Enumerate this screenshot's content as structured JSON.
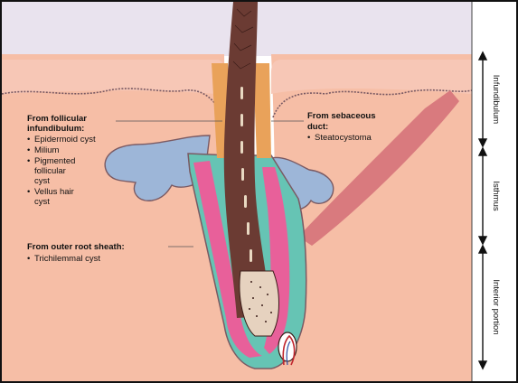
{
  "diagram": {
    "colors": {
      "sky": "#e9e3ee",
      "epidermis": "#f7c7b6",
      "dermis": "#f6bea6",
      "outline": "#7a5a63",
      "hair": "#6b3b33",
      "cyst_blue": "#9db6d8",
      "inner_sheath_pink": "#e8609a",
      "outer_sheath_teal": "#66c4b4",
      "muscle": "#d97a7e"
    },
    "groups": [
      {
        "heading": [
          "From follicular",
          "infundibulum:"
        ],
        "items": [
          [
            "Epidermoid cyst"
          ],
          [
            "Milium"
          ],
          [
            "Pigmented",
            "follicular",
            "cyst"
          ],
          [
            "Vellus hair",
            "cyst"
          ]
        ]
      },
      {
        "heading": [
          "From sebaceous",
          "duct:"
        ],
        "items": [
          [
            "Steatocystoma"
          ]
        ]
      },
      {
        "heading": [
          "From outer root sheath:"
        ],
        "items": [
          [
            "Trichilemmal cyst"
          ]
        ]
      }
    ],
    "regions": [
      "Infundibulum",
      "Isthmus",
      "Interior portion"
    ]
  }
}
